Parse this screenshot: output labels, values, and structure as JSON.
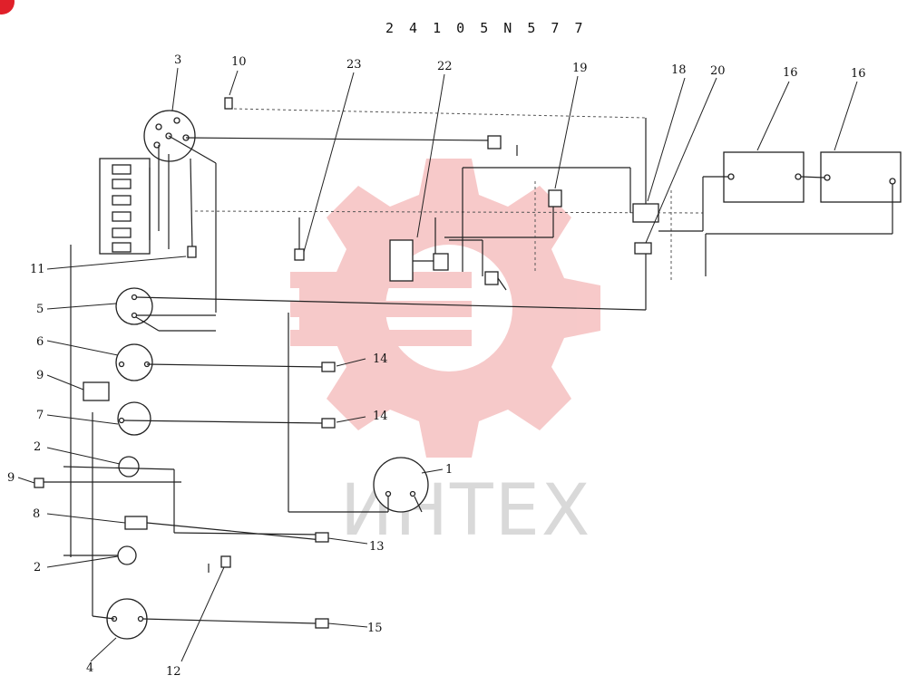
{
  "title": "2 4 1 0 5 N 5 7 7",
  "watermark": "ИНТЕХ",
  "colors": {
    "wire": "#222222",
    "watermark_gear": "#f4b7b7",
    "watermark_text": "#d9d9d9",
    "corner_badge": "#e0202a"
  },
  "labels": [
    "1",
    "2",
    "2",
    "3",
    "4",
    "5",
    "6",
    "7",
    "8",
    "9",
    "9",
    "10",
    "11",
    "12",
    "13",
    "14",
    "14",
    "15",
    "16",
    "16",
    "18",
    "19",
    "20",
    "22",
    "23"
  ]
}
